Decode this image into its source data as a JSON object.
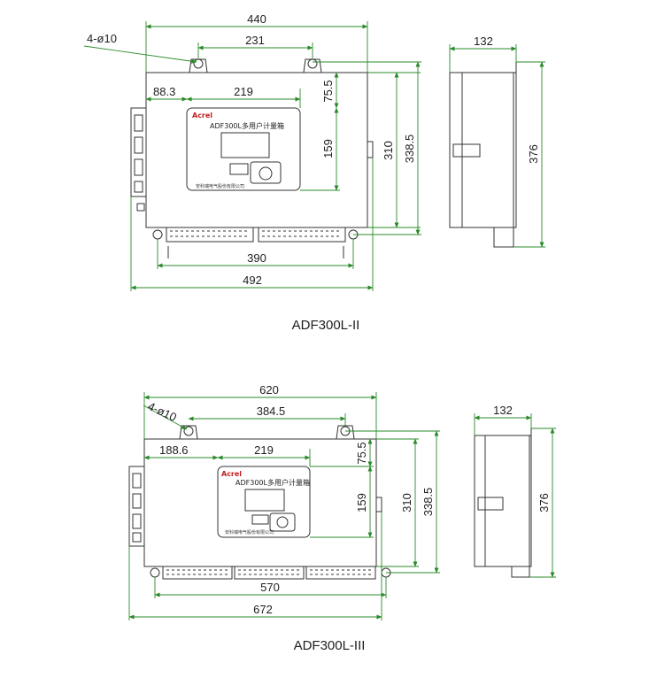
{
  "drawings": [
    {
      "caption": "ADF300L-II",
      "front": {
        "overall_width": "440",
        "hole_spacing": "231",
        "hole_callout": "4-ø10",
        "panel_offset": "88.3",
        "panel_width": "219",
        "panel_top_offset": "75.5",
        "panel_height": "159",
        "mount_height": "310",
        "body_height": "338.5",
        "bottom_hole_spacing": "390",
        "total_width": "492"
      },
      "side": {
        "depth": "132",
        "height": "376"
      },
      "panel": {
        "brand": "Acrel",
        "model": "ADF300L多用户计量箱",
        "company": "安科瑞电气股份有限公司"
      }
    },
    {
      "caption": "ADF300L-III",
      "front": {
        "overall_width": "620",
        "hole_spacing": "384.5",
        "hole_callout": "4-ø10",
        "panel_offset": "188.6",
        "panel_width": "219",
        "panel_top_offset": "75.5",
        "panel_height": "159",
        "mount_height": "310",
        "body_height": "338.5",
        "bottom_hole_spacing": "570",
        "total_width": "672"
      },
      "side": {
        "depth": "132",
        "height": "376"
      },
      "panel": {
        "brand": "Acrel",
        "model": "ADF300L多用户计量箱",
        "company": "安科瑞电气股份有限公司"
      }
    }
  ],
  "colors": {
    "dimension": "#2a8a2a",
    "outline": "#333333",
    "text": "#1e1e1e"
  }
}
